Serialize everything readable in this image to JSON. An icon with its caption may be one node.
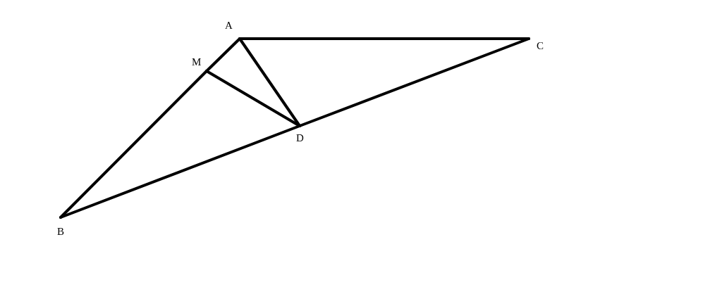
{
  "diagram": {
    "nodes": [
      {
        "text": [
          "A"
        ]
      },
      {
        "text": [
          "C"
        ]
      },
      {
        "text": [
          "M"
        ]
      },
      {
        "text": [
          "D"
        ]
      },
      {
        "text": [
          "B"
        ]
      }
    ],
    "edges": [
      {
        "from": 0,
        "to": 1,
        "arrow": "none"
      },
      {
        "from": 0,
        "to": 2,
        "arrow": "none"
      },
      {
        "from": 2,
        "to": 4,
        "arrow": "none"
      },
      {
        "from": 0,
        "to": 3,
        "arrow": "none"
      },
      {
        "from": 2,
        "to": 3,
        "arrow": "none"
      },
      {
        "from": 4,
        "to": 3,
        "arrow": "none"
      },
      {
        "from": 3,
        "to": 1,
        "arrow": "none"
      }
    ]
  }
}
